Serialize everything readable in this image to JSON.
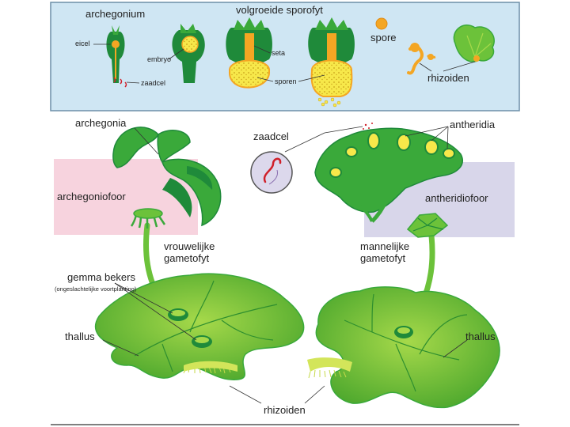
{
  "top_panel": {
    "labels": {
      "archegonium": "archegonium",
      "eicel": "eicel",
      "embryo": "embryo",
      "zaadcel": "zaadcel",
      "volgroeide_sporofyt": "volgroeide sporofyt",
      "seta": "seta",
      "sporen": "sporen",
      "spore": "spore",
      "rhizoiden": "rhizoiden"
    }
  },
  "main": {
    "labels": {
      "archegonia": "archegonia",
      "archegoniofoor": "archegoniofoor",
      "zaadcel": "zaadcel",
      "antheridia": "antheridia",
      "antheridiofoor": "antheridiofoor",
      "vrouwelijke_1": "vrouwelijke",
      "vrouwelijke_2": "gametofyt",
      "mannelijke_1": "mannelijke",
      "mannelijke_2": "gametofyt",
      "gemma_bekers": "gemma bekers",
      "gemma_note": "(ongeslachtelijke voortplanting)",
      "thallus_left": "thallus",
      "thallus_right": "thallus",
      "rhizoiden": "rhizoiden"
    }
  },
  "colors": {
    "top_panel_bg": "#cfe6f3",
    "top_panel_border": "#6d8fa8",
    "female_box": "#f7d3de",
    "male_box": "#d8d6ea",
    "dark_green": "#1f8a3a",
    "mid_green": "#3aa93a",
    "leaf_green": "#6cc23a",
    "light_green": "#a6d94a",
    "yellow": "#f7e84a",
    "orange": "#f4a623",
    "red": "#d0202a"
  }
}
